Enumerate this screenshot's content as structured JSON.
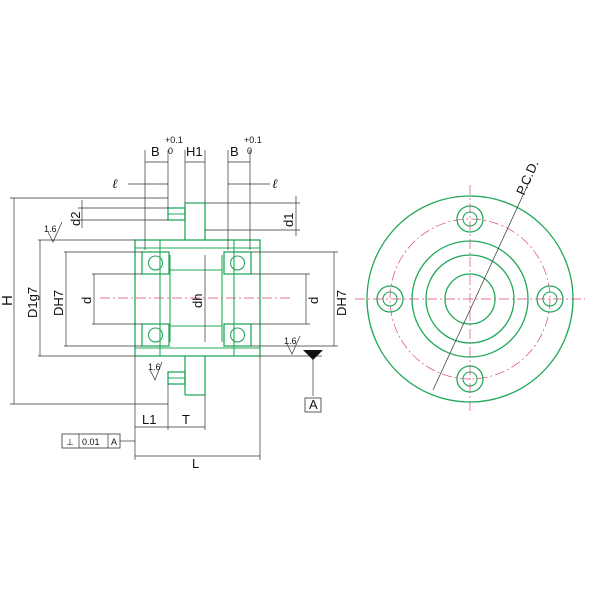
{
  "side_view": {
    "dim_B_left": "B",
    "tol_left_upper": "+0.1",
    "tol_left_lower": "0",
    "dim_H1": "H1",
    "dim_B_right": "B",
    "tol_right_upper": "+0.1",
    "tol_right_lower": "0",
    "dim_l_left": "ℓ",
    "dim_l_right": "ℓ",
    "dim_d2": "d2",
    "dim_d1": "d1",
    "dim_H": "H",
    "dim_D1": "D1g7",
    "dim_DH7_left": "DH7",
    "dim_d_left": "d",
    "dim_dh": "dh",
    "dim_d_right": "d",
    "dim_DH7_right": "DH7",
    "roughness_upper": "1.6",
    "roughness_right": "1.6",
    "roughness_lower": "1.6",
    "datum": "A",
    "dim_L1": "L1",
    "dim_T": "T",
    "dim_L": "L",
    "tolerance_frame": {
      "symbol": "⊥",
      "value": "0.01",
      "datum": "A"
    }
  },
  "front_view": {
    "pcd_label": "P.C.D."
  }
}
